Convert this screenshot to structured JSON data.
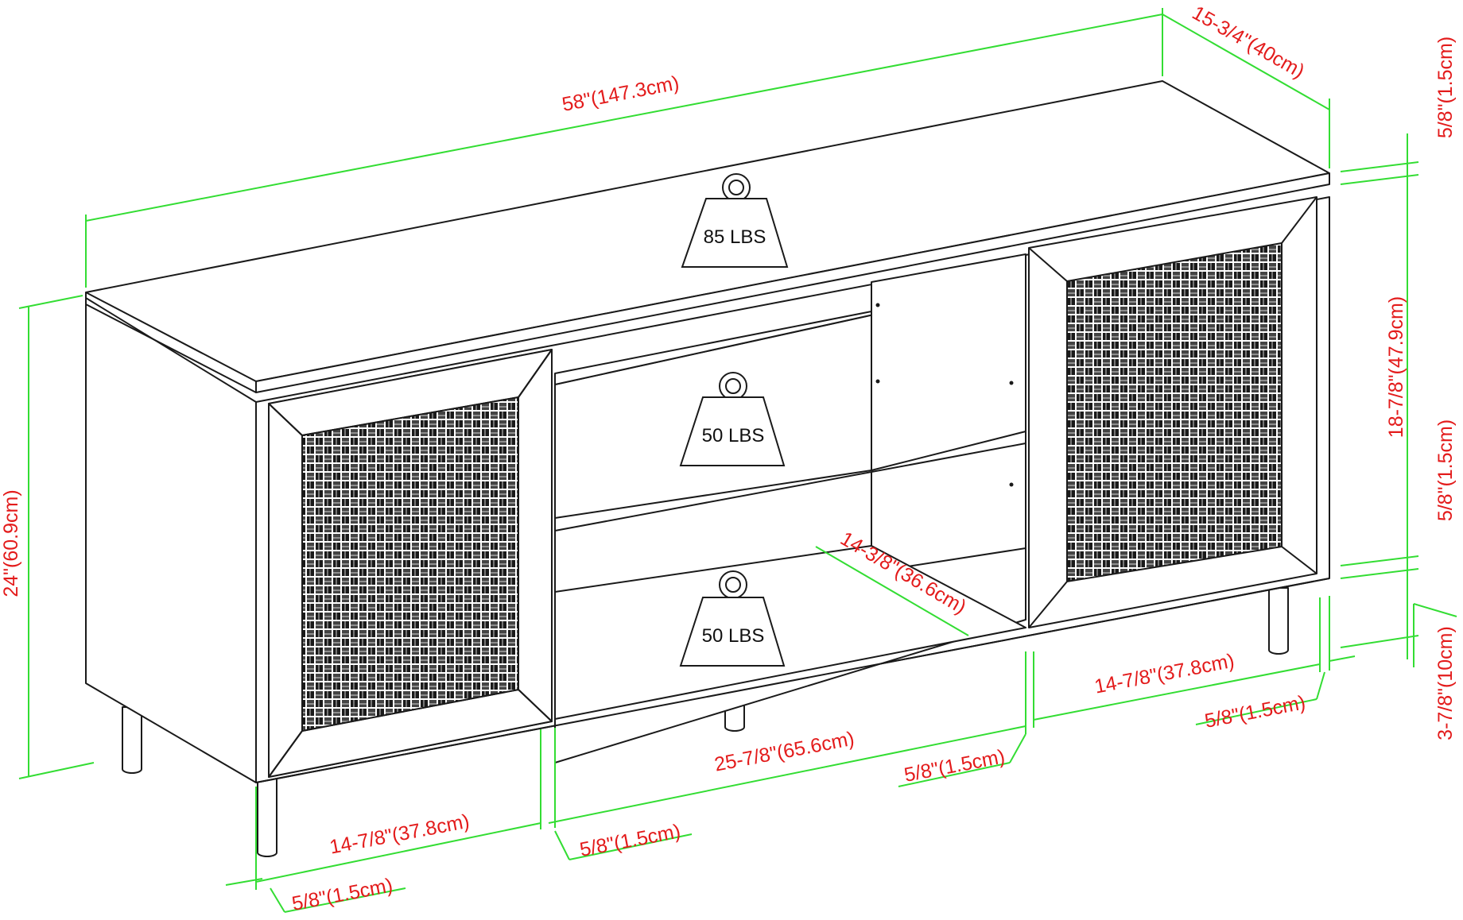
{
  "colors": {
    "dimension_line": "#33dd33",
    "dimension_text": "#e31b1b",
    "outline": "#1a1a1a"
  },
  "dimensions": {
    "width": "58\"(147.3cm)",
    "depth": "15-3/4\"(40cm)",
    "height": "24\"(60.9cm)",
    "top_thickness": "5/8\"(1.5cm)",
    "cabinet_inner_height": "18-7/8\"(47.9cm)",
    "bottom_thickness": "5/8\"(1.5cm)",
    "leg_height": "3-7/8\"(10cm)",
    "shelf_depth": "14-3/8\"(36.6cm)",
    "right_door_width": "14-7/8\"(37.8cm)",
    "right_side_thickness": "5/8\"(1.5cm)",
    "center_opening_width": "25-7/8\"(65.6cm)",
    "center_right_divider": "5/8\"(1.5cm)",
    "left_door_width": "14-7/8\"(37.8cm)",
    "center_left_divider": "5/8\"(1.5cm)",
    "left_side_thickness": "5/8\"(1.5cm)"
  },
  "weights": {
    "top": "85 LBS",
    "shelf": "50 LBS",
    "bottom": "50 LBS"
  }
}
